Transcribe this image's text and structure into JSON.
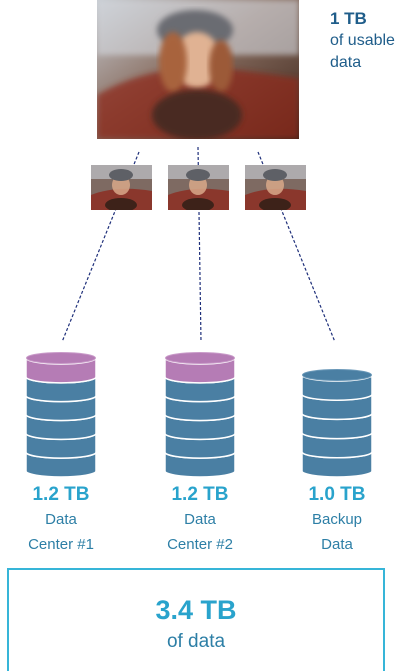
{
  "usable_data": {
    "size": "1 TB",
    "line1": "of usable",
    "line2": "data"
  },
  "stores": [
    {
      "size": "1.2 TB",
      "desc1": "Data",
      "desc2": "Center #1",
      "cap_color": "#b57cb5"
    },
    {
      "size": "1.2 TB",
      "desc1": "Data",
      "desc2": "Center #2",
      "cap_color": "#b57cb5"
    },
    {
      "size": "1.0 TB",
      "desc1": "Backup",
      "desc2": "Data",
      "cap_color": "#4a7fa3"
    }
  ],
  "total": {
    "size": "3.4 TB",
    "desc": "of data"
  },
  "colors": {
    "accent": "#29a3cc",
    "label": "#2d7fa6",
    "disk": "#4a7fa3",
    "disk_top_sync": "#b57cb5",
    "connector": "#1e2f7a"
  }
}
